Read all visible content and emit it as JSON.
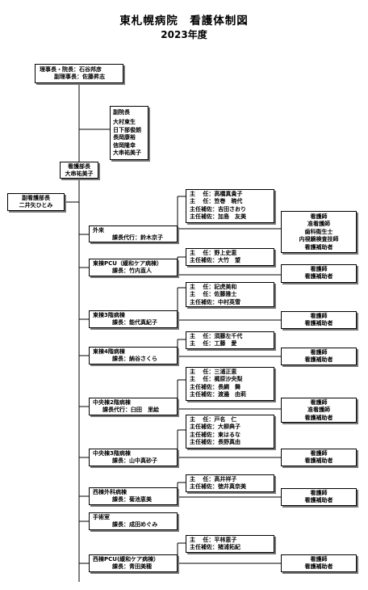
{
  "title": "東札幌病院　看護体制図",
  "subtitle": "2023年度",
  "top": {
    "line1": "理事長・院長：石谷邦彦",
    "line2": "副理事長：佐藤昇志"
  },
  "vice": {
    "heading": "副院長",
    "names": [
      "大村東生",
      "日下部俊朗",
      "長岡康裕",
      "信岡隆幸",
      "大串祐美子"
    ]
  },
  "nursing": {
    "line1": "看護部長",
    "line2": "大串祐美子"
  },
  "deputy": {
    "line1": "副看護部長",
    "line2": "二井矢ひとみ"
  },
  "depts": [
    {
      "name": "外来",
      "head": "課長代行：鈴木京子",
      "staff": [
        "主　 任：高橋真貴子",
        "主　 任：笠巻　暁代",
        "主任補佐：吉田さおり",
        "主任補佐：加島　友美"
      ],
      "roles": [
        "看護師",
        "准看護師",
        "歯科衛生士",
        "内視鏡検査技師",
        "看護補助者"
      ]
    },
    {
      "name": "東棟PCU（緩和ケア病棟）",
      "head": "課長：竹内直人",
      "staff": [
        "主　 任：野上史恵",
        "主任補佐：大竹　望"
      ],
      "roles": [
        "看護師",
        "看護補助者"
      ]
    },
    {
      "name": "東棟3階病棟",
      "head": "課長：能代真紀子",
      "staff": [
        "主　 任：記虎美和",
        "主　 任：佐藤雅士",
        "主任補佐：中村英雪"
      ],
      "roles": [
        "看護師",
        "看護補助者"
      ]
    },
    {
      "name": "東棟4階病棟",
      "head": "課長：納谷さくら",
      "staff": [
        "主　 任：須藤左千代",
        "主　 任：工藤　愛"
      ],
      "roles": [
        "看護師",
        "看護補助者"
      ]
    },
    {
      "name": "中央棟2階病棟",
      "head": "課長代行：臼田　里絵",
      "staff": [
        "主　 任：三浦正恵",
        "主　 任：梶原沙央梨",
        "主任補佐：長綱　舞",
        "主任補佐：渡邉　由莉"
      ],
      "roles": [
        "看護師",
        "准看護師",
        "看護補助者"
      ]
    },
    {
      "name": "中央棟3階病棟",
      "head": "課長：山中真砂子",
      "staff": [
        "主　 任：戸名　仁",
        "主任補佐：大柳典子",
        "主任補佐：東はるな",
        "主任補佐：長野真由"
      ],
      "roles": [
        "看護師",
        "看護補助者"
      ]
    },
    {
      "name": "西棟外科病棟",
      "head": "課長：菊池恵美",
      "staff": [
        "主　 任：高井祥子",
        "主任補佐：徳井真奈美"
      ],
      "roles": [
        "看護師",
        "看護補助者"
      ]
    },
    {
      "name": "手術室",
      "head": "課長：成田めぐみ",
      "staff": [],
      "roles": []
    },
    {
      "name": "西棟PCU(緩和ケア病棟）",
      "head": "課長：青田美穂",
      "staff": [
        "主　 任：平林恵子",
        "主任補佐：猪浦拓紀"
      ],
      "roles": [
        "看護師",
        "看護補助者"
      ]
    }
  ]
}
